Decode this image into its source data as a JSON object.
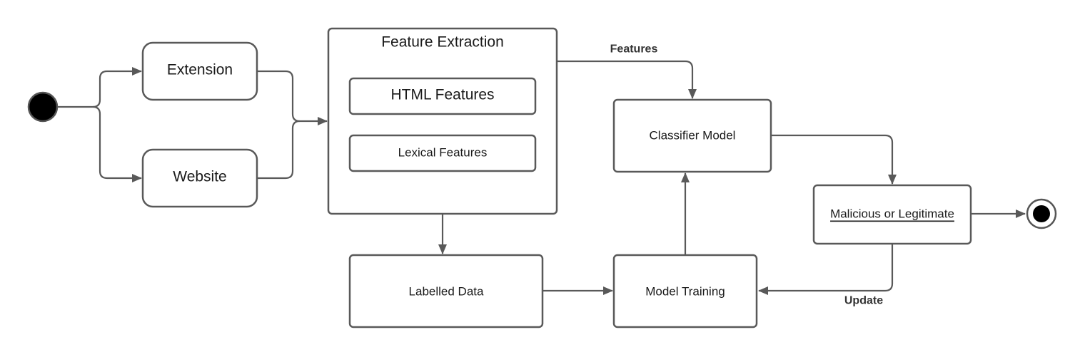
{
  "diagram": {
    "colors": {
      "stroke": "#595959",
      "initial_fill": "#000000",
      "text": "#1a1a1a"
    },
    "nodes": {
      "extension": "Extension",
      "website": "Website",
      "feature_extraction": "Feature Extraction",
      "html_features": "HTML Features",
      "lexical_features": "Lexical Features",
      "classifier_model": "Classifier Model",
      "labelled_data": "Labelled Data",
      "model_training": "Model Training",
      "malicious_or_legitimate": "Malicious or Legitimate"
    },
    "edge_labels": {
      "features": "Features",
      "update": "Update"
    }
  }
}
